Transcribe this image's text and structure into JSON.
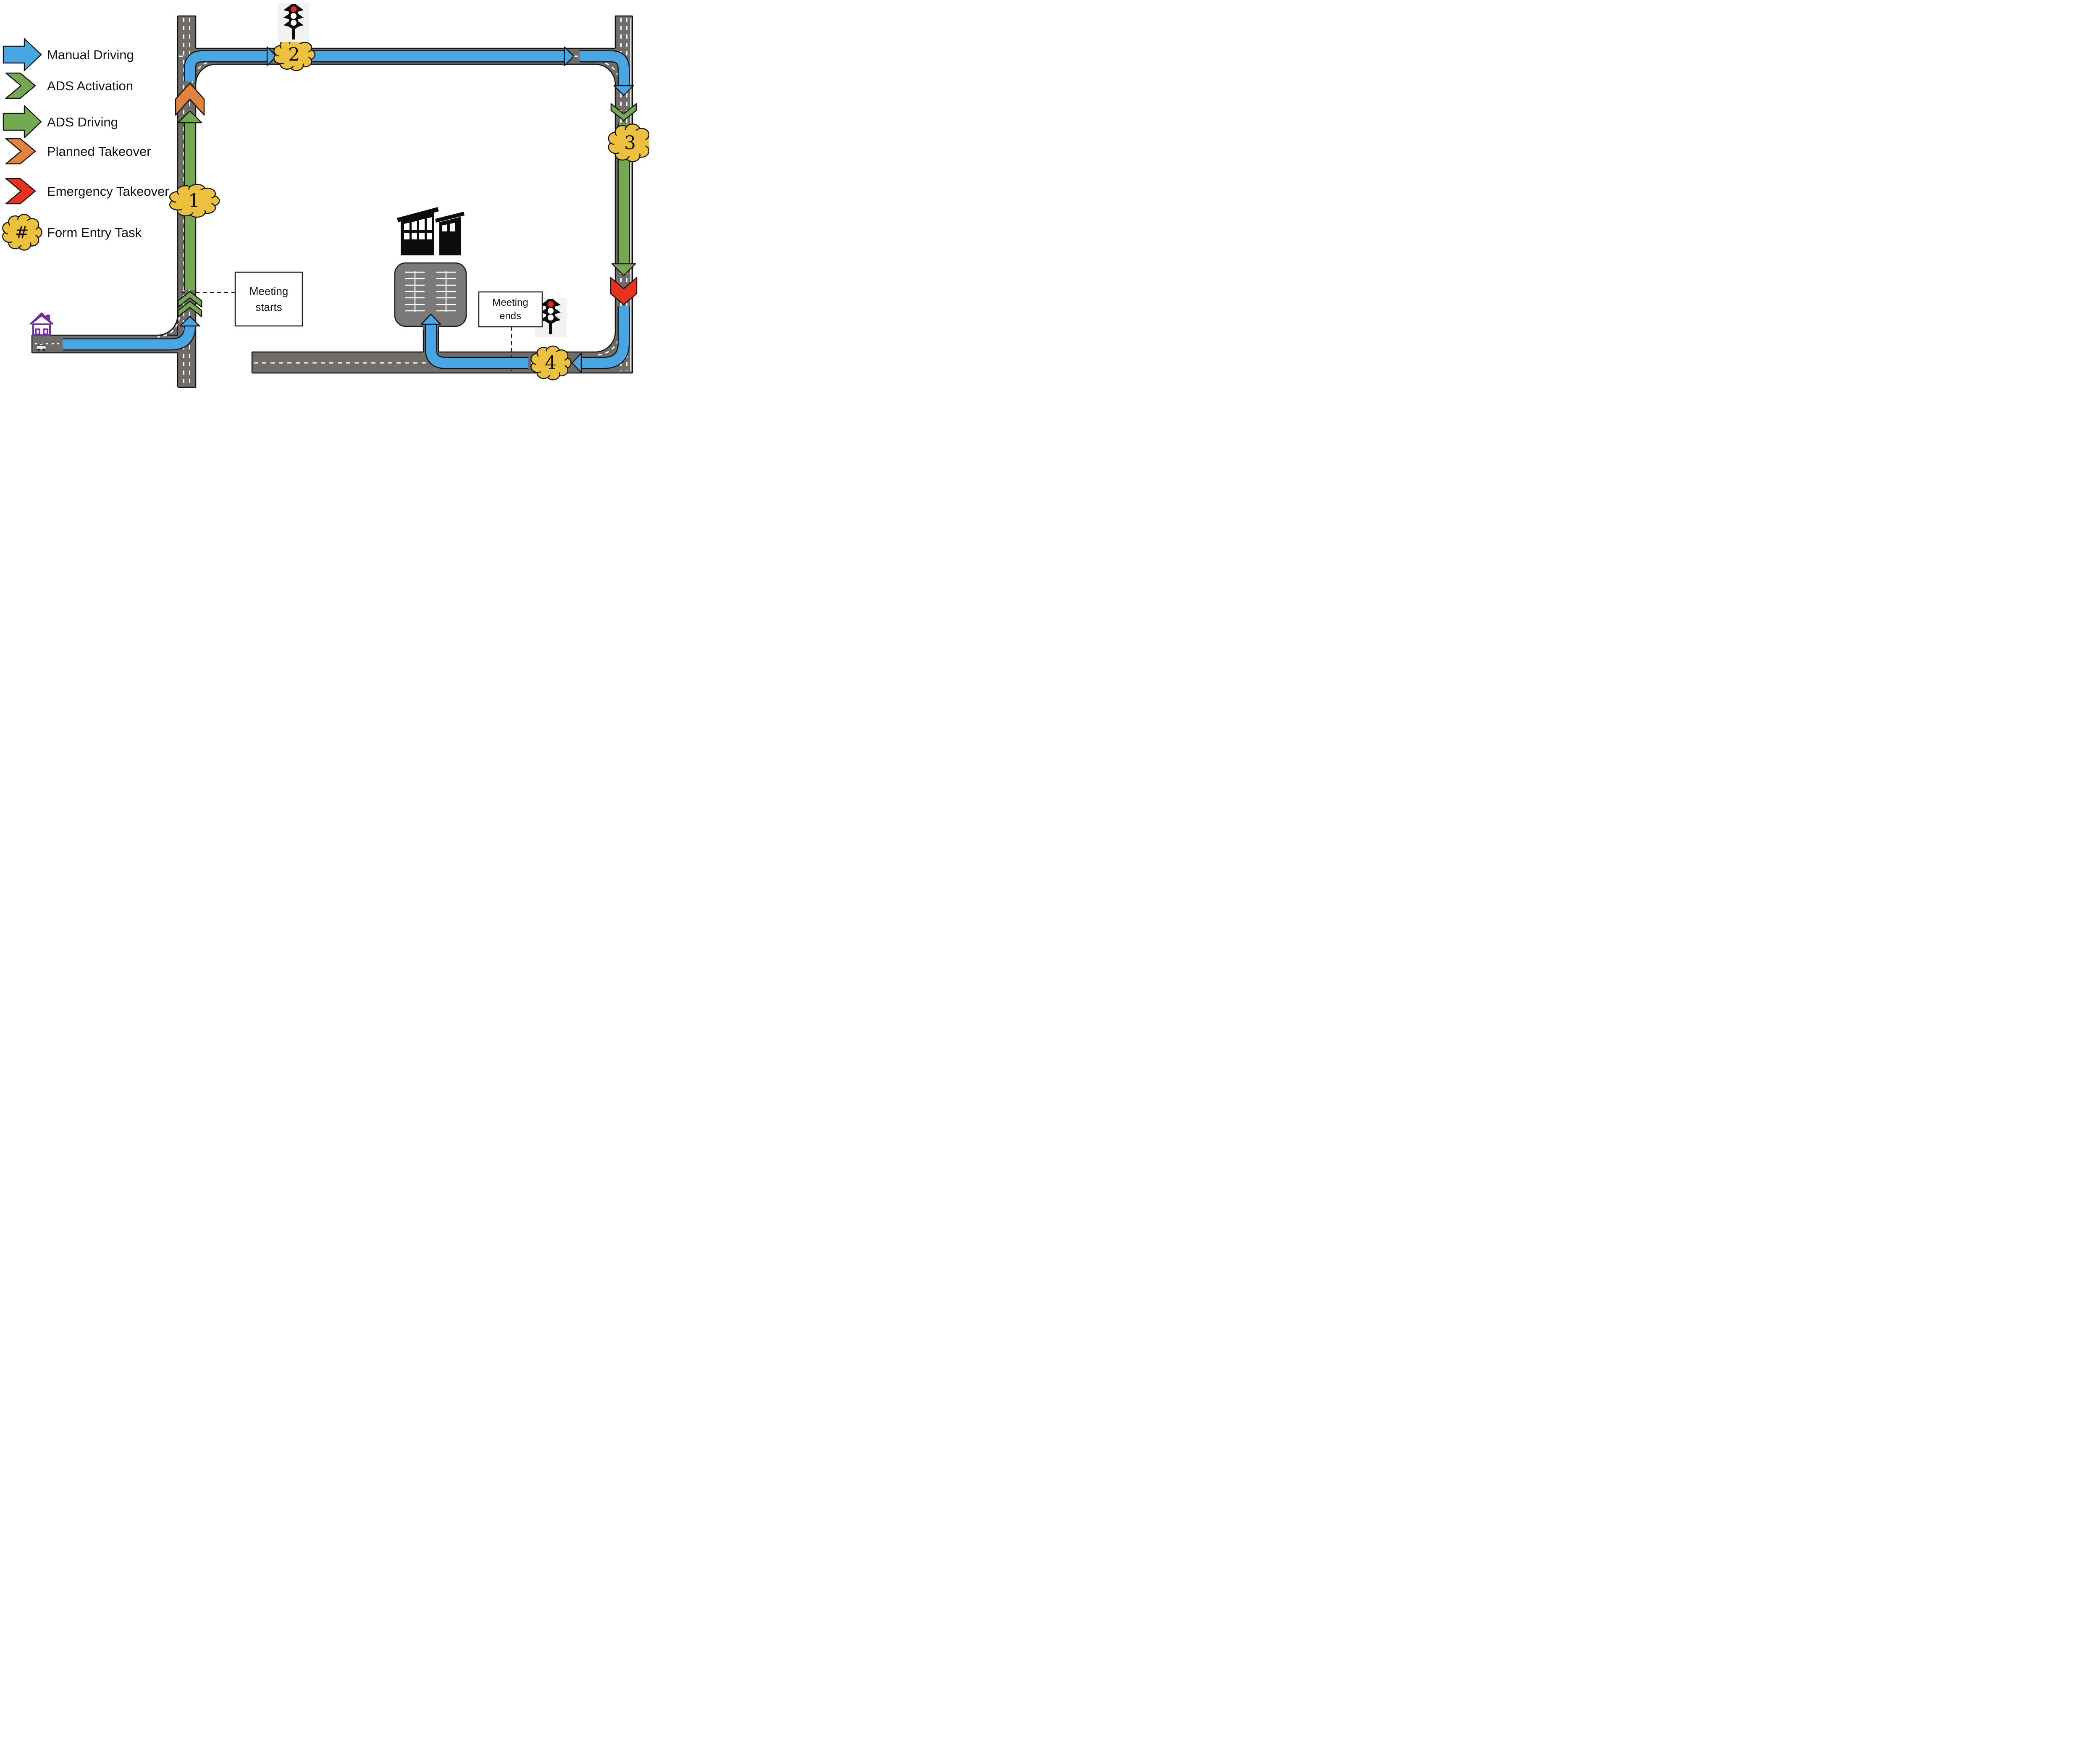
{
  "figure": {
    "legend": {
      "items": [
        {
          "label": "Manual Driving"
        },
        {
          "label": "ADS Activation"
        },
        {
          "label": "ADS Driving"
        },
        {
          "label": "Planned Takeover"
        },
        {
          "label": "Emergency Takeover"
        },
        {
          "label": "Form Entry Task",
          "symbol": "#"
        }
      ]
    },
    "tasks": [
      "1",
      "2",
      "3",
      "4"
    ],
    "annotations": {
      "meeting_starts": [
        "Meeting",
        "starts"
      ],
      "meeting_ends": [
        "Meeting",
        "ends"
      ]
    },
    "colors": {
      "manual": "#47a6e3",
      "ads": "#74a952",
      "planned": "#e2823c",
      "emergency": "#e8321e",
      "task": "#ecc13f",
      "road": "#6f6c69",
      "parking": "#7c7a78",
      "outline": "#151515",
      "house": "#7030a0",
      "signal_bg": "#f2f2f2",
      "signal_red": "#e8281e",
      "ink": "#111111"
    }
  }
}
